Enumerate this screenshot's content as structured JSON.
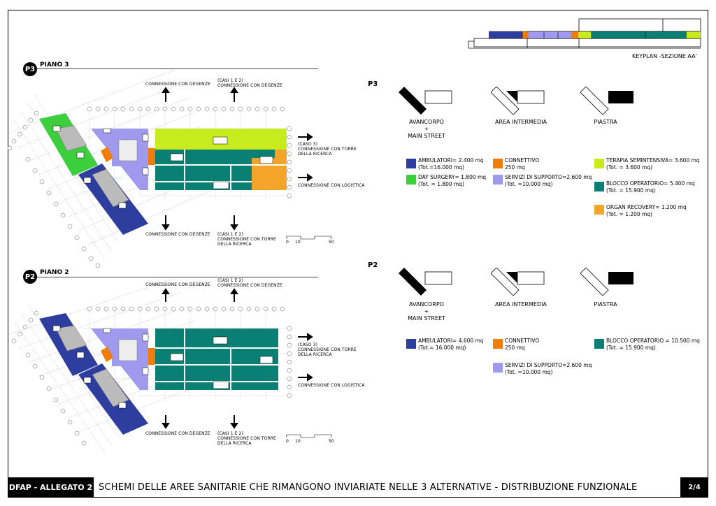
{
  "colors": {
    "ambulatori": "#2E3E9E",
    "day_surgery": "#3DCE3D",
    "connettivo": "#F07D0A",
    "servizi": "#A09AEF",
    "terapia": "#C8EB1E",
    "blocco": "#0A7F73",
    "organ": "#F2A52A"
  },
  "keyplan": {
    "label": "KEYPLAN -SEZIONE AA'"
  },
  "p3": {
    "badge": "P3",
    "title": "PIANO 3",
    "arrow_top_left": "CONNESSIONE CON DEGENZE",
    "arrow_top_right": "(CASI 1 E 2)\nCONNESSIONE CON DEGENZE",
    "arrow_right_top": "(CASO 3)\nCONNESSIONE CON TORRE\nDELLA RICERCA",
    "arrow_right_bottom": "CONNESSIONE CON LOGISTICA",
    "arrow_bottom_left": "CONNESSIONE CON DEGENZE",
    "arrow_bottom_right": "(CASI 1 E 2)\nCONNESSIONE CON TORRE\nDELLA RICERCA",
    "scale": [
      "0",
      "10",
      "50"
    ],
    "legend_key": "P3",
    "sections": [
      {
        "label": "AVANCORPO\n+\nMAIN STREET"
      },
      {
        "label": "AREA INTERMEDIA"
      },
      {
        "label": "PIASTRA"
      }
    ],
    "legend": [
      {
        "color": "ambulatori",
        "text": "AMBULATORI= 2.400 mq\n(Tot.=16.000 mq)"
      },
      {
        "color": "day_surgery",
        "text": "DAY SURGERY= 1.800 mq\n(Tot. = 1.800 mq)"
      },
      {
        "color": "connettivo",
        "text": "CONNETTIVO\n250 mq"
      },
      {
        "color": "servizi",
        "text": "SERVIZI DI SUPPORTO=2.600 mq\n(Tot. =10.000 mq)"
      },
      {
        "color": "terapia",
        "text": "TERAPIA SEMINTENSIVA= 3.600 mq\n(Tot. = 3.600 mq)"
      },
      {
        "color": "blocco",
        "text": "BLOCCO OPERATORIO= 5.400 mq\n(Tot. = 15.900 mq)"
      },
      {
        "color": "organ",
        "text": "ORGAN RECOVERY= 1.200 mq\n(Tot. = 1.200 mq)"
      }
    ]
  },
  "p2": {
    "badge": "P2",
    "title": "PIANO 2",
    "arrow_top_left": "CONNESSIONE CON DEGENZE",
    "arrow_top_right": "(CASI 1 E 2)\nCONNESSIONE CON DEGENZE",
    "arrow_right_top": "(CASO 3)\nCONNESSIONE CON TORRE\nDELLA RICERCA",
    "arrow_right_bottom": "CONNESSIONE CON LOGISTICA",
    "arrow_bottom_left": "CONNESSIONE CON DEGENZE",
    "arrow_bottom_right": "(CASI 1 E 2)\nCONNESSIONE CON TORRE\nDELLA RICERCA",
    "scale": [
      "0",
      "10",
      "50"
    ],
    "legend_key": "P2",
    "sections": [
      {
        "label": "AVANCORPO\n+\nMAIN STREET"
      },
      {
        "label": "AREA INTERMEDIA"
      },
      {
        "label": "PIASTRA"
      }
    ],
    "legend": [
      {
        "color": "ambulatori",
        "text": "AMBULATORI= 4.600 mq\n(Tot.= 16.000 mq)"
      },
      {
        "color": "connettivo",
        "text": "CONNETTIVO\n250 mq"
      },
      {
        "color": "servizi",
        "text": "SERVIZI DI SUPPORTO=2.600 mq\n(Tot. =10.000 mq)"
      },
      {
        "color": "blocco",
        "text": "BLOCCO OPERATORIO = 10.500 mq\n(Tot. = 15.900 mq)"
      }
    ]
  },
  "footer": {
    "left": "DFAP - ALLEGATO 2",
    "title": "SCHEMI DELLE AREE SANITARIE CHE RIMANGONO INVIARIATE NELLE 3 ALTERNATIVE - DISTRIBUZIONE FUNZIONALE",
    "page": "2/4"
  }
}
